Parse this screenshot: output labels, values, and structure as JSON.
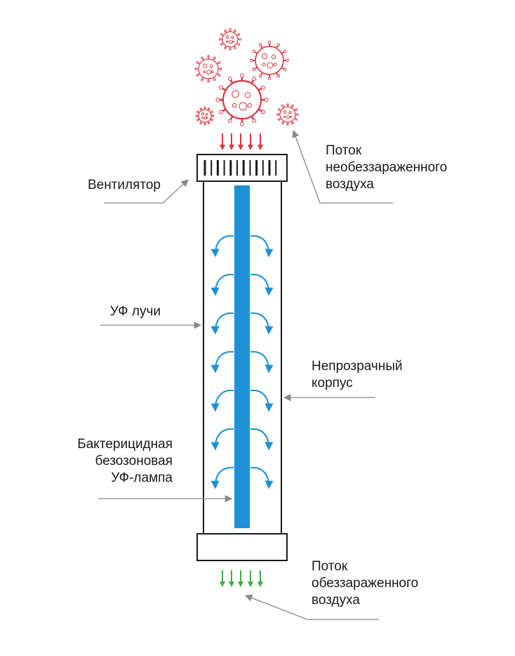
{
  "labels": {
    "fan": [
      "Вентилятор"
    ],
    "untreated_air": [
      "Поток",
      "необеззараженного",
      "воздуха"
    ],
    "uv_rays": [
      "УФ лучи"
    ],
    "opaque_body": [
      "Непрозрачный",
      "корпус"
    ],
    "lamp": [
      "Бактерицидная",
      "безозоновая",
      "УФ-лампа"
    ],
    "treated_air": [
      "Поток",
      "обеззараженного",
      "воздуха"
    ]
  },
  "colors": {
    "virus": "#e0353f",
    "lamp": "#1e90d8",
    "uv_arrow": "#1e90d8",
    "inflow_arrow": "#e0353f",
    "outflow_arrow": "#3cb043",
    "outline": "#1a1a1a",
    "leader": "#888888"
  },
  "icons": [
    "virus-icon",
    "arrow-down-icon",
    "curved-arrow-icon"
  ]
}
